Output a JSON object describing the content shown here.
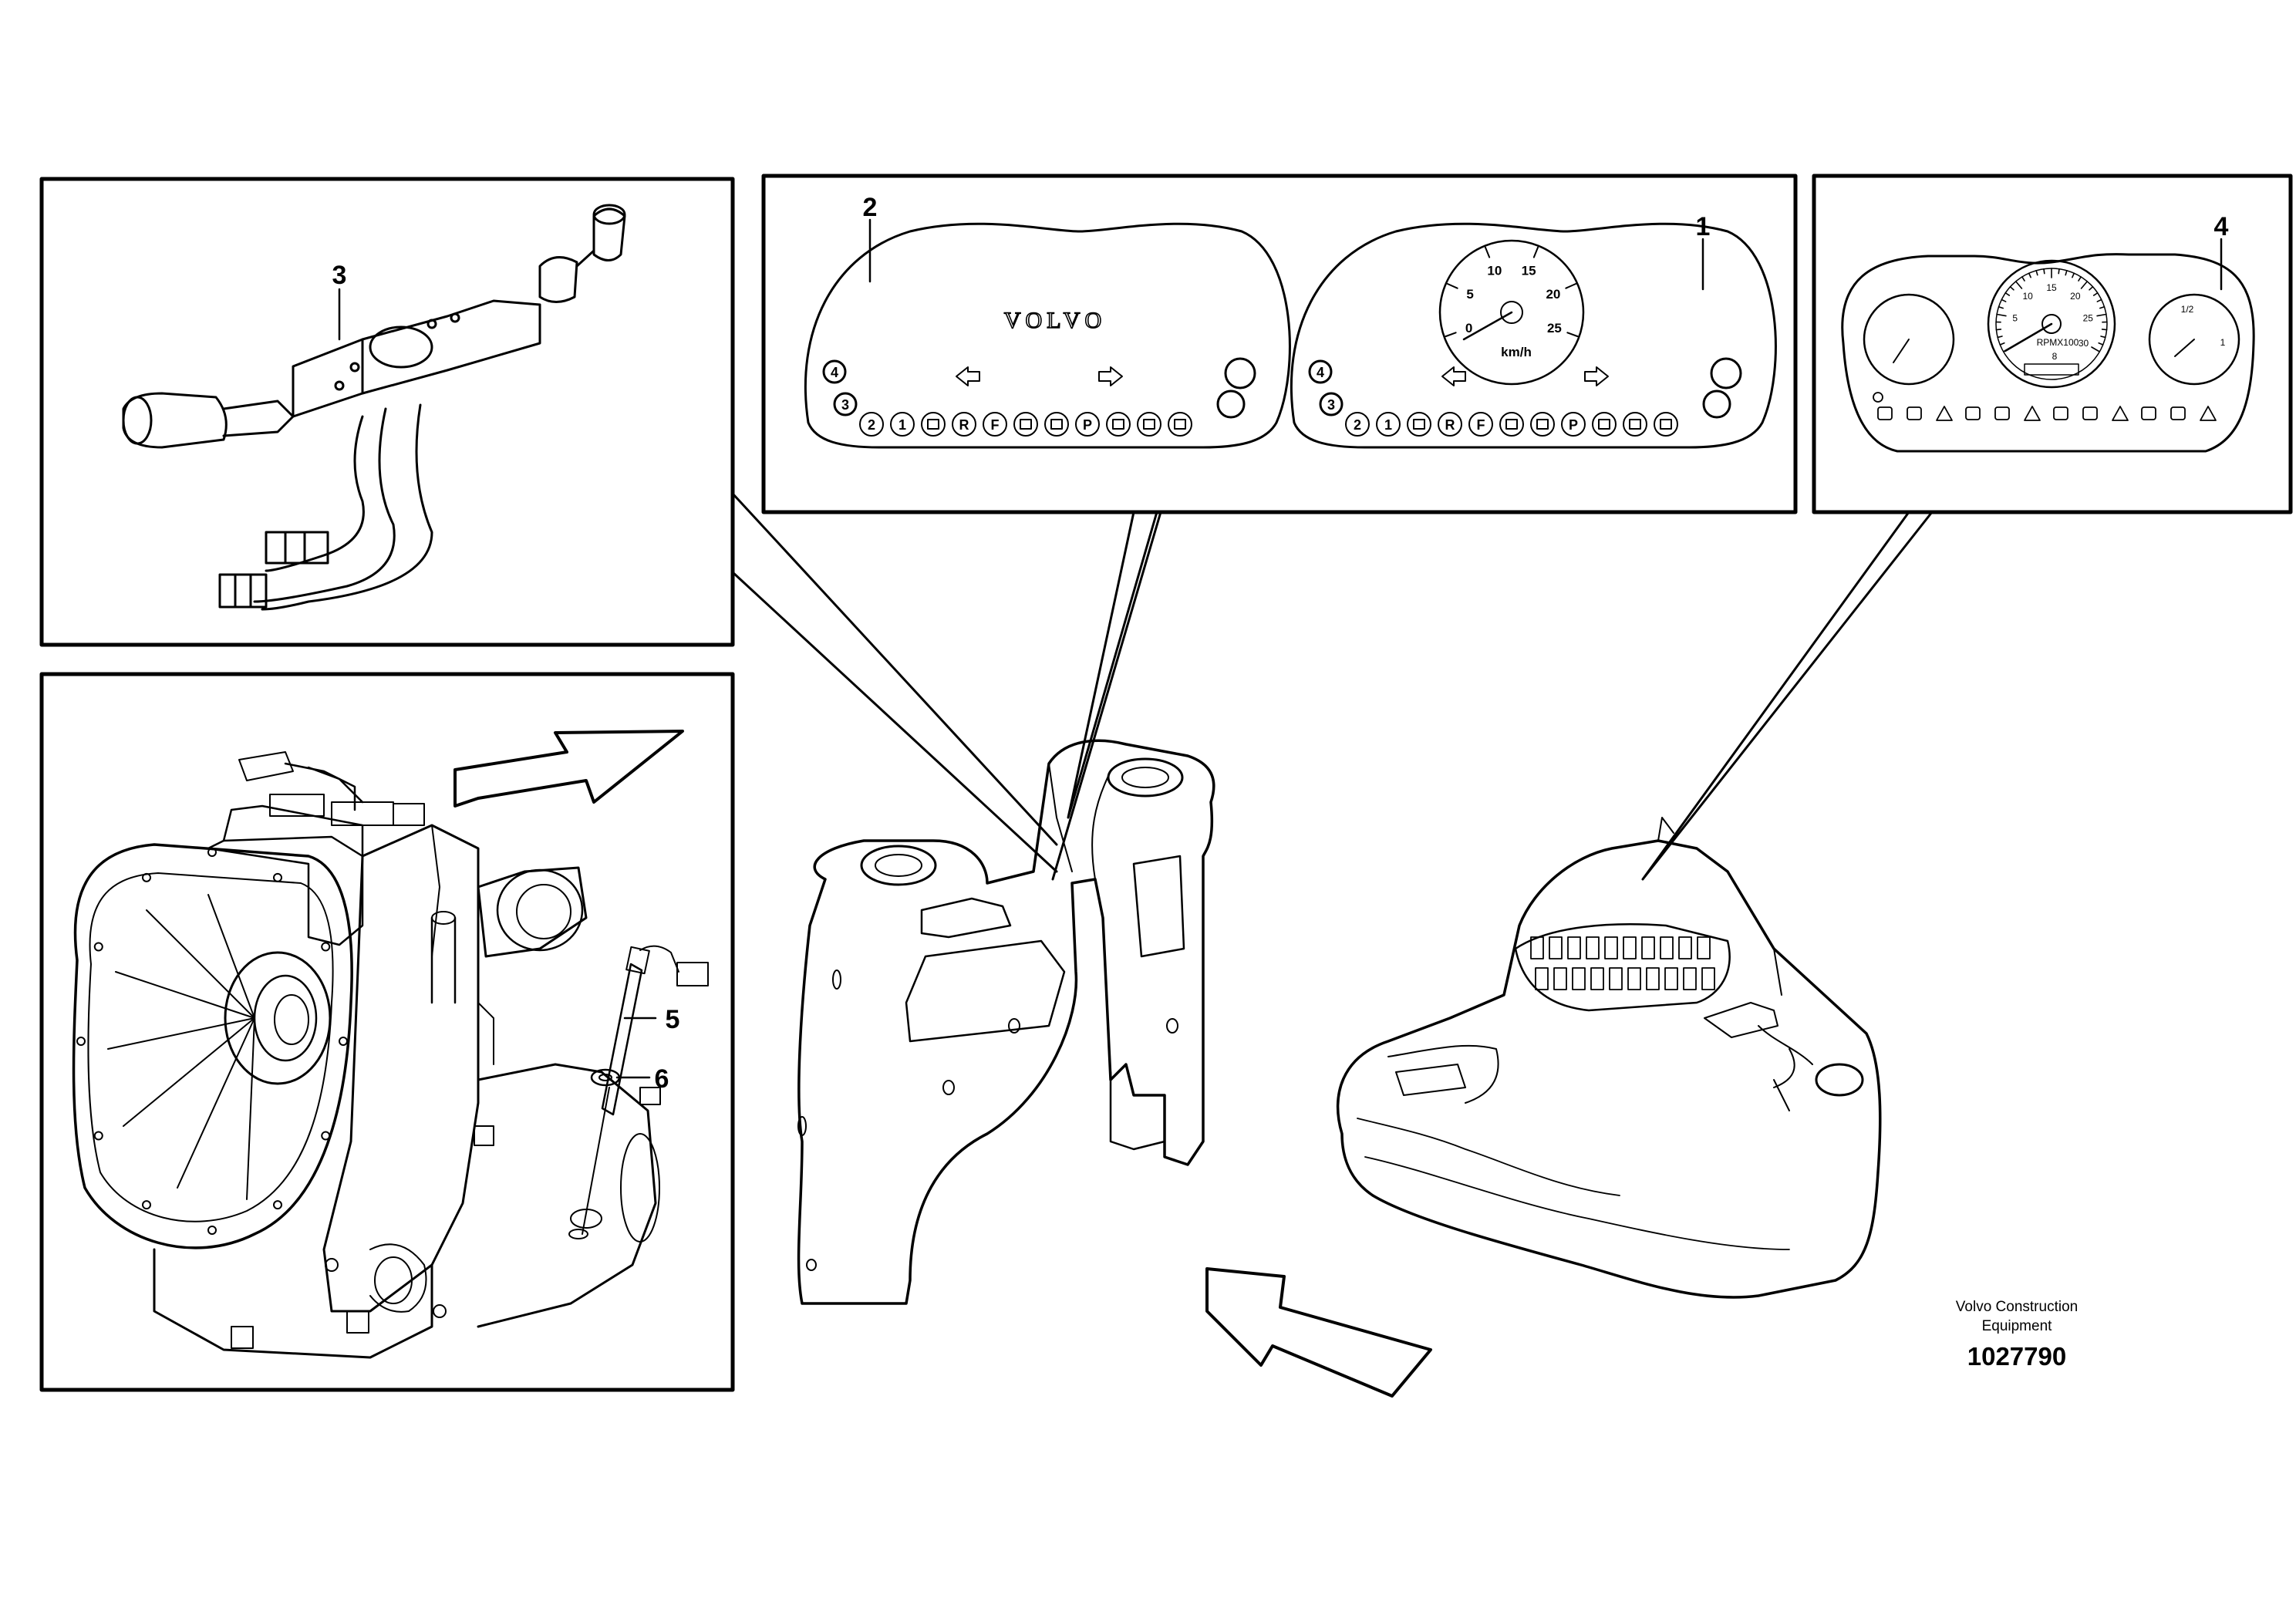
{
  "callouts": {
    "c1": "1",
    "c2": "2",
    "c3": "3",
    "c4": "4",
    "c5": "5",
    "c6": "6"
  },
  "panel2": {
    "brand": "VOLVO",
    "badge_top": "4",
    "badge_bottom": "3",
    "symbols": [
      "2",
      "1",
      "",
      "R",
      "F",
      "",
      "",
      "P",
      "",
      "",
      ""
    ]
  },
  "panel1": {
    "dial_labels": [
      "0",
      "5",
      "10",
      "15",
      "20",
      "25"
    ],
    "unit": "km/h",
    "badge_top": "4",
    "badge_bottom": "3",
    "symbols": [
      "2",
      "1",
      "",
      "R",
      "F",
      "",
      "",
      "P",
      "",
      "",
      ""
    ]
  },
  "panel4": {
    "tacho_labels": [
      "5",
      "10",
      "15",
      "20",
      "25",
      "30"
    ],
    "tacho_unit": "RPMX100",
    "tacho_small": "8",
    "fuel_labels": [
      "1/2",
      "1"
    ]
  },
  "footer": {
    "company_line1": "Volvo Construction",
    "company_line2": "Equipment",
    "drawing_number": "1027790"
  }
}
